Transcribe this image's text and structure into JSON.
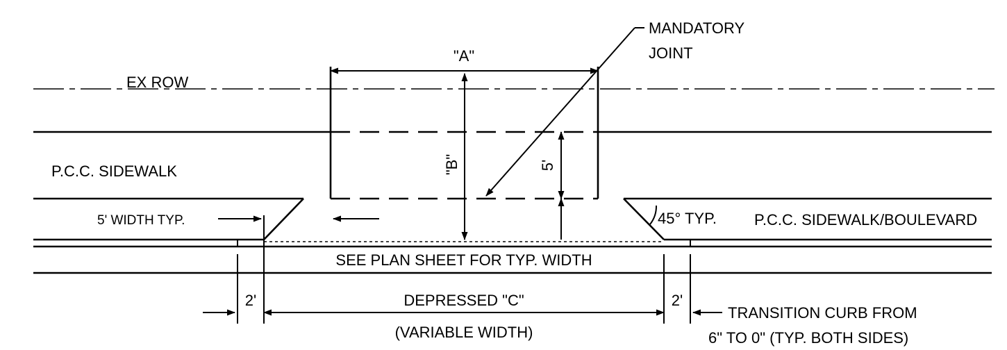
{
  "labels": {
    "ex_row": "EX ROW",
    "dim_a": "\"A\"",
    "dim_b": "\"B\"",
    "mandatory_joint_line1": "MANDATORY",
    "mandatory_joint_line2": "JOINT",
    "pcc_sidewalk": "P.C.C. SIDEWALK",
    "five_ft": "5'",
    "five_ft_width_typ": "5' WIDTH TYP.",
    "angle_45_typ": "45° TYP.",
    "pcc_sidewalk_boulevard": "P.C.C. SIDEWALK/BOULEVARD",
    "see_plan_sheet": "SEE PLAN SHEET FOR TYP. WIDTH",
    "two_ft_left": "2'",
    "two_ft_right": "2'",
    "depressed_c": "DEPRESSED \"C\"",
    "variable_width": "(VARIABLE WIDTH)",
    "transition_line1": "TRANSITION CURB FROM",
    "transition_line2": "6\" TO 0\" (TYP. BOTH SIDES)"
  }
}
